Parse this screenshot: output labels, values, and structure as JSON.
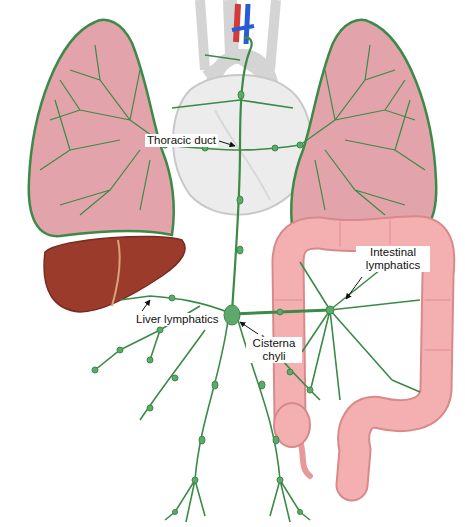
{
  "diagram": {
    "labels": [
      "Thoracic duct",
      "Intestinal lymphatics",
      "Liver lymphatics",
      "Cisterna chyli"
    ]
  }
}
